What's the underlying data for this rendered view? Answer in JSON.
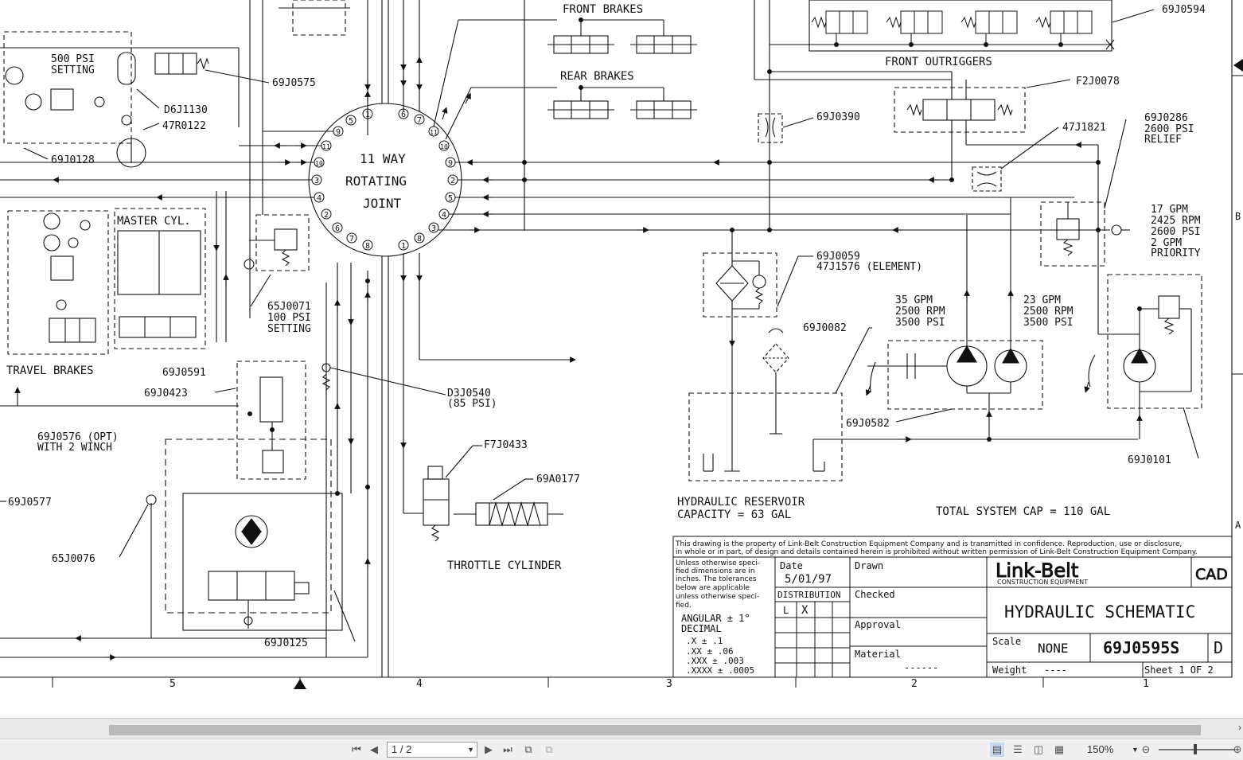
{
  "drawing": {
    "labels": {
      "front_brakes": "FRONT BRAKES",
      "rear_brakes": "REAR BRAKES",
      "front_outriggers": "FRONT OUTRIGGERS",
      "p69j0594": "69J0594",
      "f2j0078": "F2J0078",
      "p69j0390": "69J0390",
      "p47j1821": "47J1821",
      "p69j0286_1": "69J0286",
      "p69j0286_2": "2600 PSI",
      "p69j0286_3": "RELIEF",
      "pump1_1": "17 GPM",
      "pump1_2": "2425 RPM",
      "pump1_3": "2600 PSI",
      "pump1_4": "2 GPM",
      "pump1_5": "PRIORITY",
      "psi500_1": "500 PSI",
      "psi500_2": "SETTING",
      "p69j0575": "69J0575",
      "d6j1130": "D6J1130",
      "r47r0122": "47R0122",
      "p69j0128": "69J0128",
      "joint_1": "11 WAY",
      "joint_2": "ROTATING",
      "joint_3": "JOINT",
      "master_cyl": "MASTER CYL.",
      "p65j0071_1": "65J0071",
      "p65j0071_2": "100 PSI",
      "p65j0071_3": "SETTING",
      "p69j0059_1": "69J0059",
      "p69j0059_2": "47J1576 (ELEMENT)",
      "pump2_1": "35 GPM",
      "pump2_2": "2500 RPM",
      "pump2_3": "3500 PSI",
      "pump3_1": "23 GPM",
      "pump3_2": "2500 RPM",
      "pump3_3": "3500 PSI",
      "p69j0082": "69J0082",
      "travel_brakes": "TRAVEL BRAKES",
      "p69j0591": "69J0591",
      "p69j0423": "69J0423",
      "d3j0540_1": "D3J0540",
      "d3j0540_2": "(85 PSI)",
      "p69j0576_1": "69J0576 (OPT)",
      "p69j0576_2": "WITH 2 WINCH",
      "p69j0582": "69J0582",
      "p69j0101": "69J0101",
      "f7j0433": "F7J0433",
      "p69a0177": "69A0177",
      "p69j0577": "69J0577",
      "reservoir_1": "HYDRAULIC RESERVOIR",
      "reservoir_2": "CAPACITY = 63 GAL",
      "total_cap": "TOTAL SYSTEM CAP = 110 GAL",
      "p65j0076": "65J0076",
      "throttle": "THROTTLE CYLINDER",
      "p69j0125": "69J0125",
      "joint_ports_left": [
        "9",
        "11",
        "10",
        "3",
        "4",
        "2",
        "6",
        "7",
        "8"
      ],
      "joint_ports_top": [
        "5",
        "1",
        "6",
        "7",
        "11"
      ],
      "joint_ports_right": [
        "10",
        "9",
        "2",
        "5",
        "4",
        "3"
      ],
      "joint_ports_bottom": [
        "1",
        "8"
      ]
    },
    "zones_bottom": [
      "5",
      "4",
      "3",
      "2",
      "1"
    ],
    "zones_right": [
      "B",
      "A"
    ]
  },
  "title_block": {
    "notice_1": "This drawing is the property of Link-Belt Construction Equipment Company and is transmitted in confidence. Reproduction, use or disclosure,",
    "notice_2": "in whole or in part, of design and details contained herein is prohibited without written permission of Link-Belt Construction Equipment Company.",
    "tol_1": "Unless otherwise speci-",
    "tol_2": "fied dimensions are in",
    "tol_3": "inches. The tolerances",
    "tol_4": "below are applicable",
    "tol_5": "unless otherwise speci-",
    "tol_6": "fied.",
    "angular": "ANGULAR  ± 1°",
    "decimal": "DECIMAL",
    "d1": ".X     ±  .1",
    "d2": ".XX    ±  .06",
    "d3": ".XXX   ±  .003",
    "d4": ".XXXX  ±  .0005",
    "date_label": "Date",
    "date_value": "5/01/97",
    "distribution": "DISTRIBUTION",
    "dist_l": "L",
    "dist_x": "X",
    "drawn": "Drawn",
    "checked": "Checked",
    "approval": "Approval",
    "material": "Material",
    "material_value": "------",
    "brand": "Link-Belt",
    "brand_sub": "CONSTRUCTION EQUIPMENT",
    "cad": "CAD",
    "title": "HYDRAULIC SCHEMATIC",
    "scale_label": "Scale",
    "scale_value": "NONE",
    "dwg_no": "69J0595S",
    "rev": "D",
    "weight_label": "Weight",
    "weight_value": "----",
    "sheet": "Sheet 1 OF 2"
  },
  "viewer": {
    "page_value": "1 / 2",
    "zoom": "150%"
  }
}
